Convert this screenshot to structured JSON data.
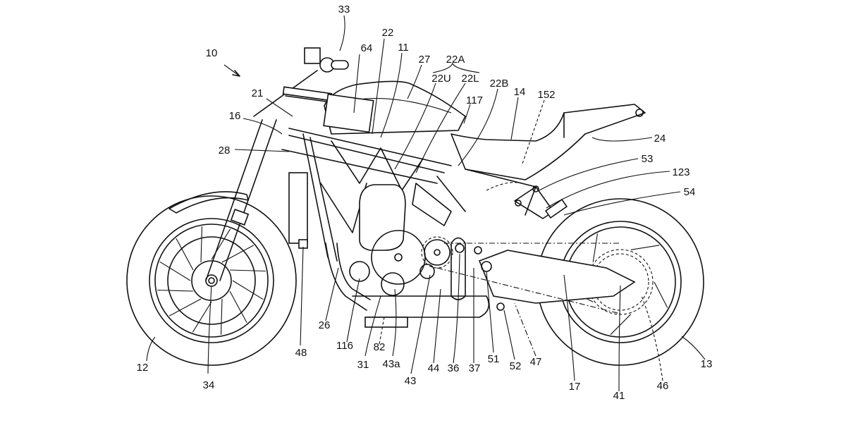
{
  "figure": {
    "type": "patent line drawing",
    "subject": "motorcycle side view",
    "line_color": "#111111",
    "background_color": "#ffffff"
  },
  "labels": {
    "l10": "10",
    "l33": "33",
    "l64": "64",
    "l22": "22",
    "l11": "11",
    "l27": "27",
    "l22A": "22A",
    "l22U": "22U",
    "l22L": "22L",
    "l22B": "22B",
    "l14": "14",
    "l152": "152",
    "l117": "117",
    "l21": "21",
    "l16": "16",
    "l28": "28",
    "l24": "24",
    "l53": "53",
    "l123": "123",
    "l54": "54",
    "l12": "12",
    "l34": "34",
    "l48": "48",
    "l26": "26",
    "l116": "116",
    "l31": "31",
    "l82": "82",
    "l43a": "43a",
    "l43": "43",
    "l44": "44",
    "l36": "36",
    "l37": "37",
    "l51": "51",
    "l52": "52",
    "l47": "47",
    "l17": "17",
    "l41": "41",
    "l46": "46",
    "l13": "13"
  }
}
